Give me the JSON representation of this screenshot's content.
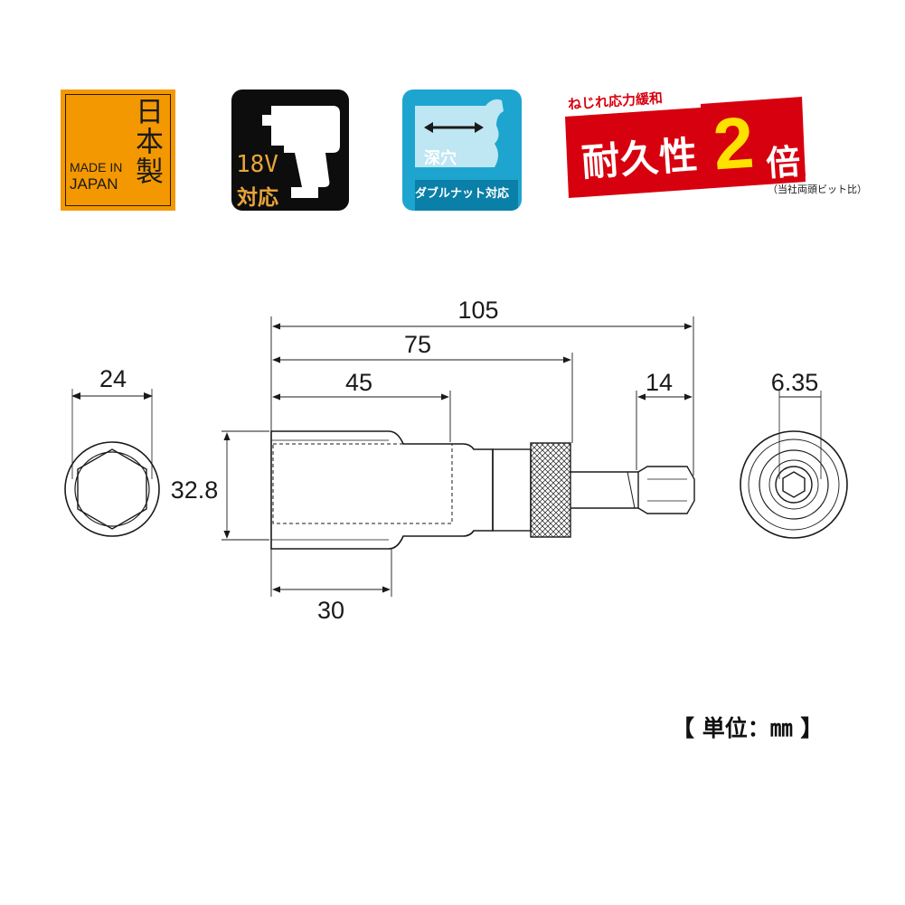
{
  "badges": {
    "made_in_japan": {
      "kanji": "日本製",
      "line1": "MADE IN",
      "line2": "JAPAN"
    },
    "impact_18v": {
      "voltage": "18V",
      "support": "対応",
      "icon": "impact-driver-icon"
    },
    "deep_socket": {
      "label": "深穴",
      "subtitle": "ダブルナット対応",
      "icon": "deep-socket-arrows-icon"
    },
    "durability": {
      "top": "ねじれ応力緩和",
      "main": "耐久性",
      "number": "2",
      "suffix": "倍",
      "note": "（当社両頭ビット比）"
    }
  },
  "dimensions": {
    "total_length": "105",
    "socket_length": "75",
    "depth": "45",
    "hex_shank": "14",
    "outer_diameter": "24",
    "body_diameter": "32.8",
    "head_length": "30",
    "bit_size": "6.35"
  },
  "unit": "【 単位：㎜ 】",
  "colors": {
    "orange": "#f39800",
    "black": "#0d0d0d",
    "blue": "#1ea5cf",
    "red": "#d7000f",
    "yellow": "#ffe100"
  }
}
